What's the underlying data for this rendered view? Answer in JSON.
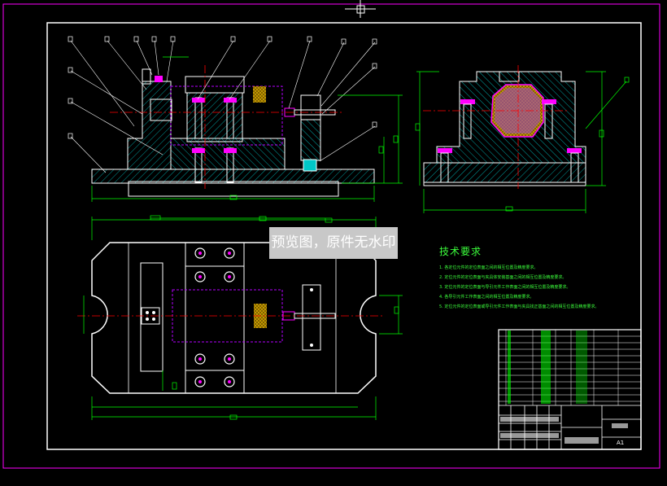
{
  "watermark": "预览图，原件无水印",
  "tech_requirements": {
    "title": "技术要求",
    "items": [
      "1. 各定位元件的定位表面之间的相互位置及精度要求。",
      "2. 定位元件的定位表面与夹具体安装基面之间的相互位置及精度要求。",
      "3. 定位元件的定位表面与导引元件工作表面之间的相互位置及精度要求。",
      "4. 各导引元件工作表面之间的相互位置及精度要求。",
      "5. 定位元件的定位表面或导引元件工作表面与夹具找正基面之间的相互位置及精度要求。"
    ]
  },
  "title_block": {
    "sheet_size": "A1"
  },
  "colors": {
    "frame": "#ffffff",
    "outer_border": "#ff00ff",
    "dimension": "#00ff00",
    "part_outline": "#ffffff",
    "hatch": "#00ffff",
    "centerline": "#ff0000",
    "bolt": "#ff00ff",
    "workpiece": "#b400ff"
  }
}
